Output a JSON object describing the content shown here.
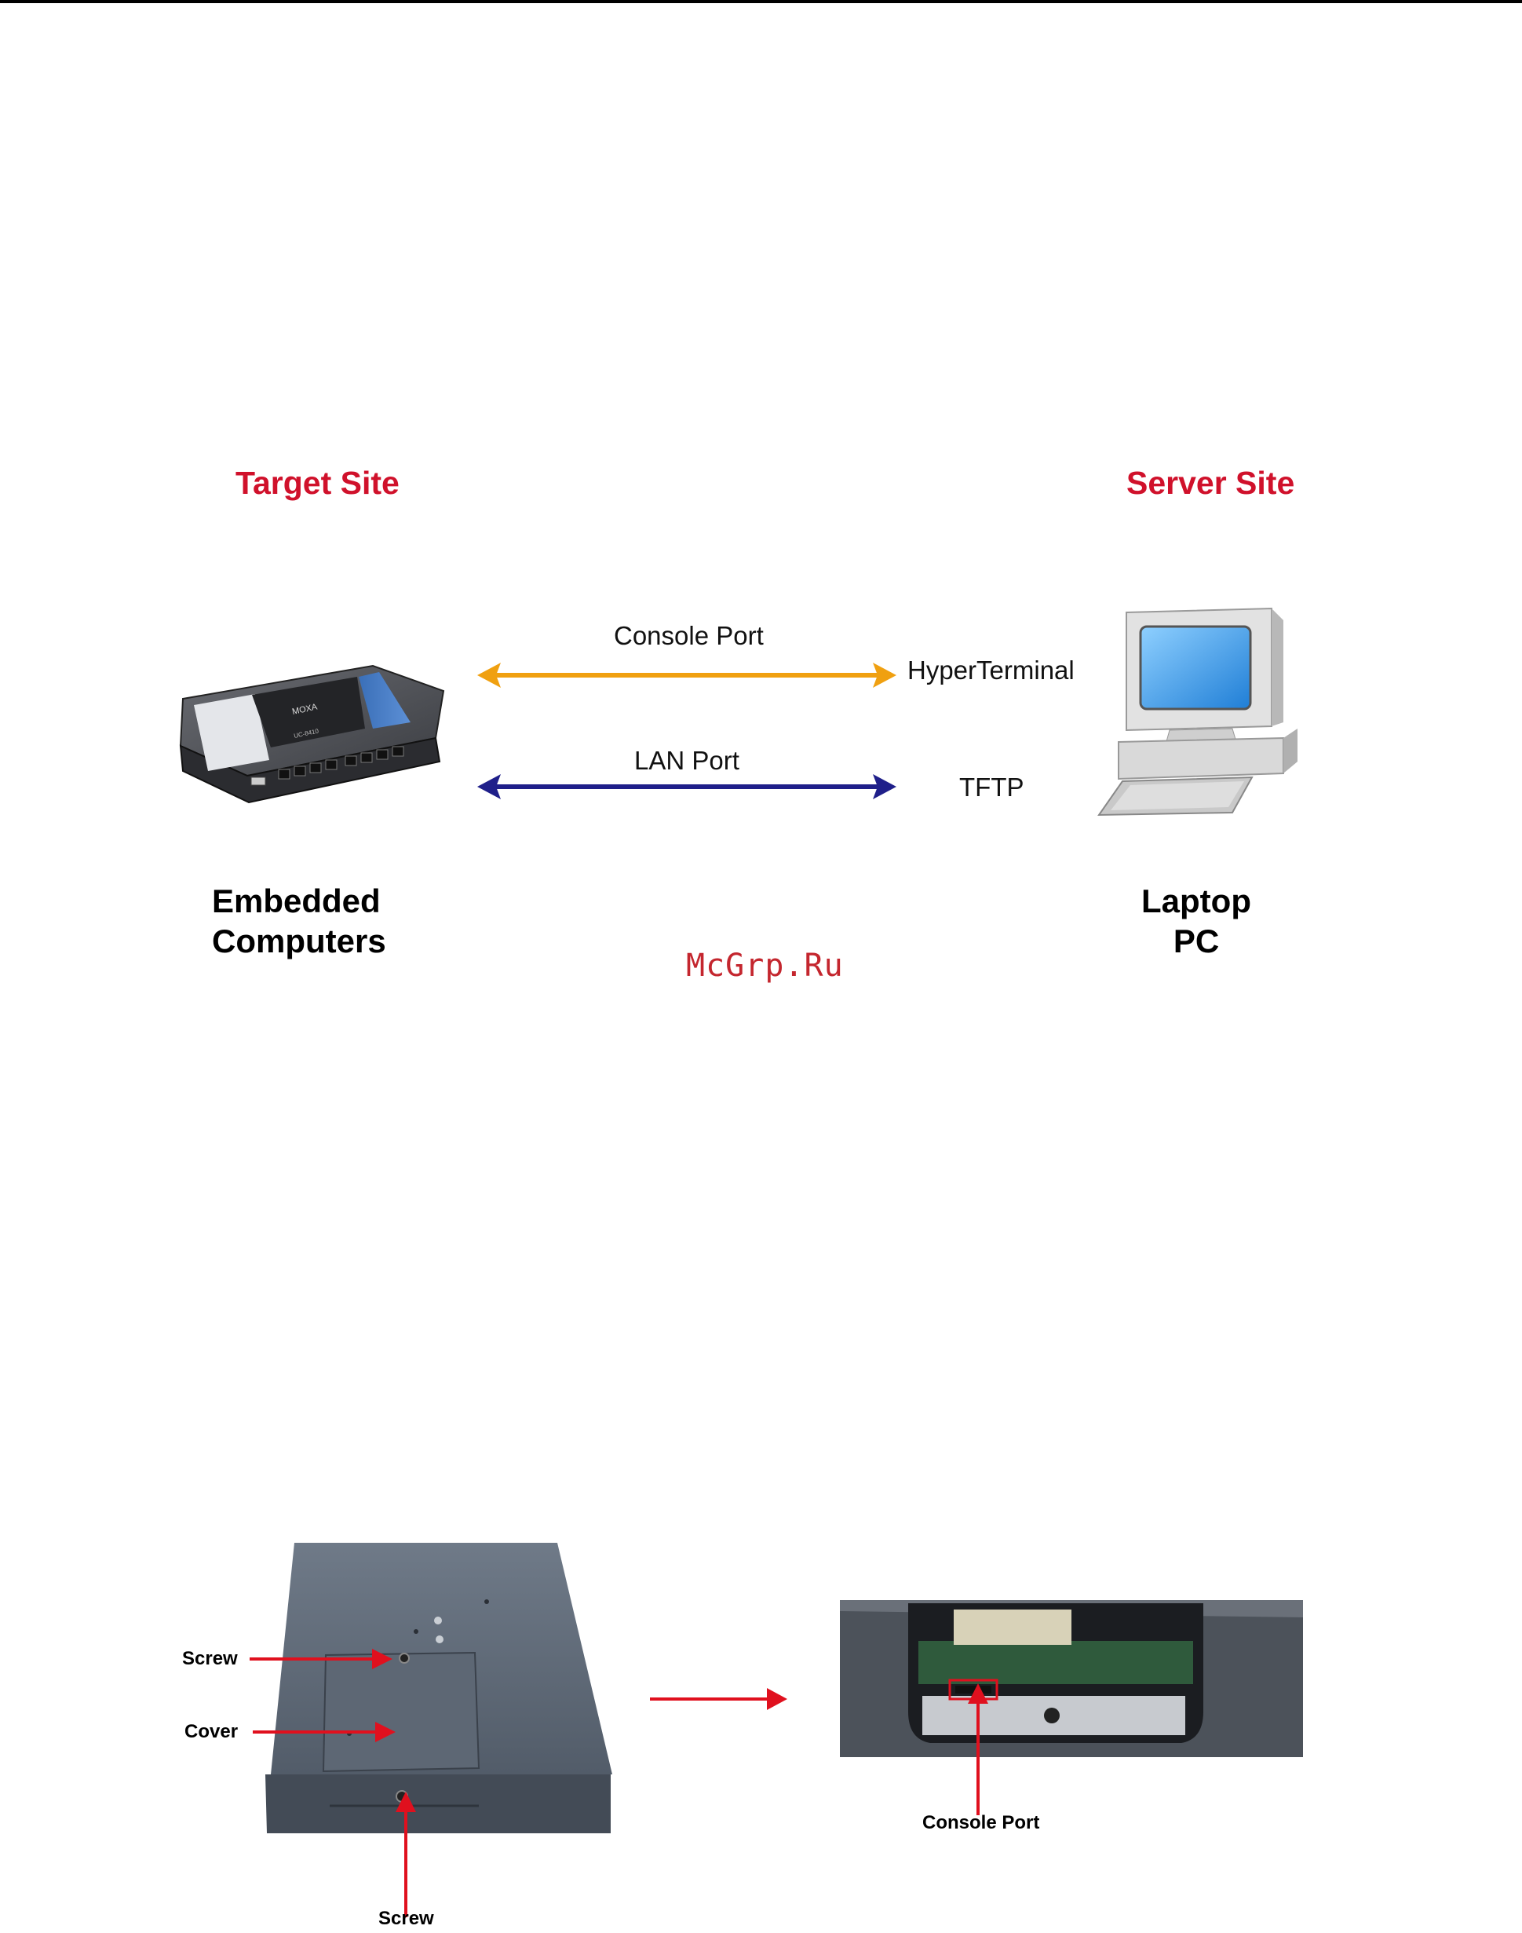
{
  "diagram": {
    "target_site": "Target Site",
    "server_site": "Server Site",
    "console_port": "Console Port",
    "lan_port": "LAN Port",
    "hyperterminal": "HyperTerminal",
    "tftp": "TFTP",
    "embedded_line1": "Embedded",
    "embedded_line2": "Computers",
    "laptop_line1": "Laptop",
    "laptop_line2": "PC",
    "device_brand": "MOXA",
    "device_model": "UC-8410",
    "console_arrow_color": "#f0a010",
    "lan_arrow_color": "#1f1f8a"
  },
  "watermark": "McGrp.Ru",
  "photos": {
    "screw_top": "Screw",
    "cover": "Cover",
    "screw_bottom": "Screw",
    "console_port": "Console Port",
    "arrow_color": "#e0101e"
  }
}
